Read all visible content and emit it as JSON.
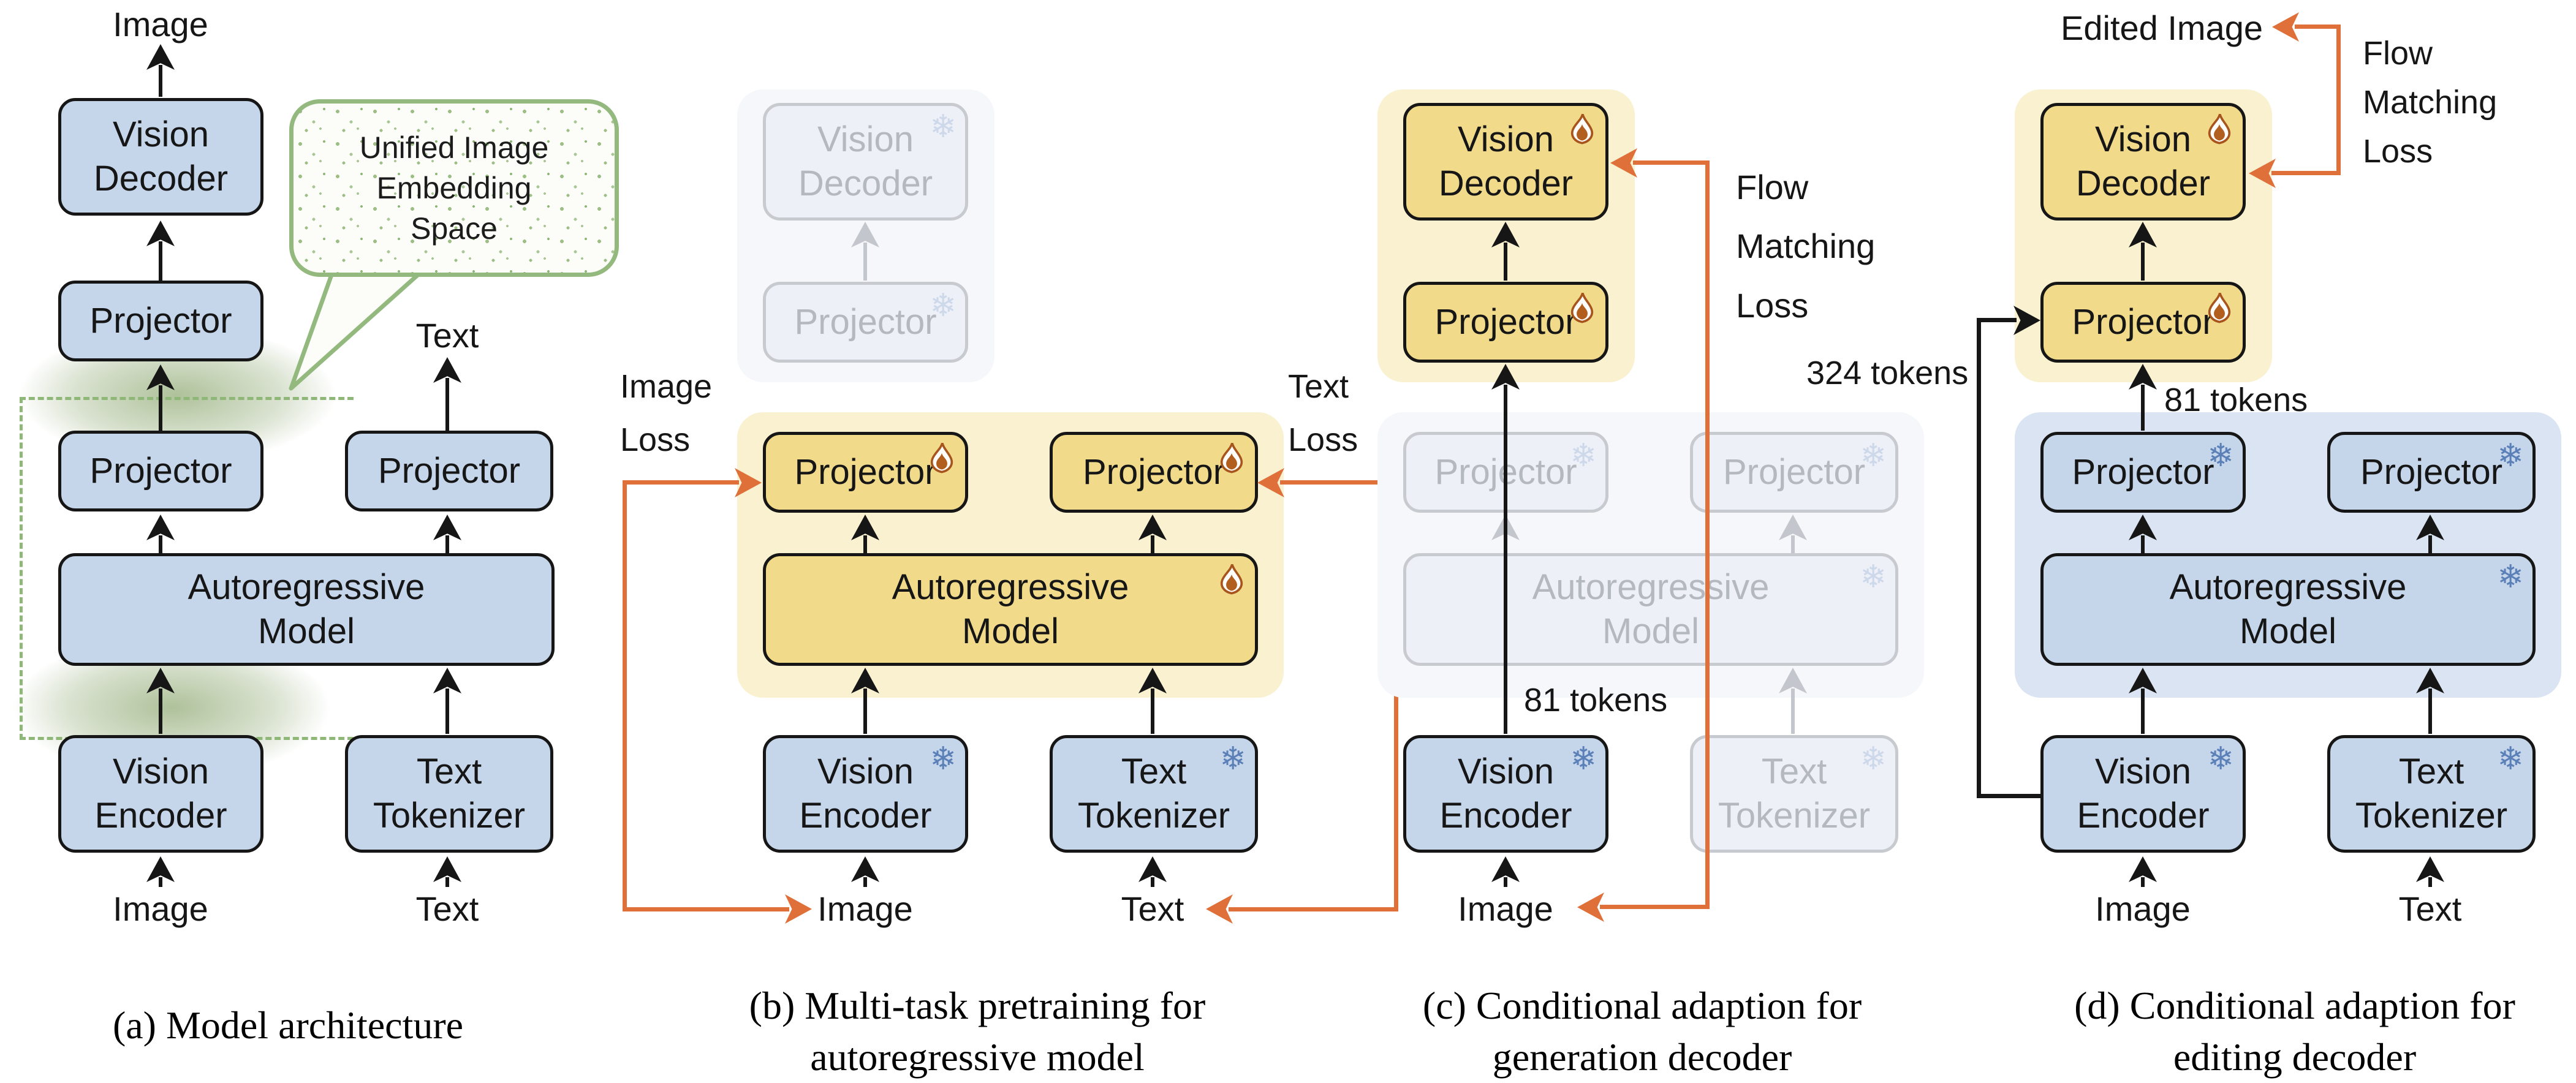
{
  "figure": {
    "boxes": {
      "vision_decoder": [
        "Vision",
        "Decoder"
      ],
      "projector": "Projector",
      "autoregressive_model": [
        "Autoregressive",
        "Model"
      ],
      "vision_encoder": [
        "Vision",
        "Encoder"
      ],
      "text_tokenizer": [
        "Text",
        "Tokenizer"
      ]
    },
    "io_labels": {
      "image": "Image",
      "text": "Text",
      "edited_image": "Edited Image"
    },
    "annotations": {
      "bubble": [
        "Unified Image",
        "Embedding",
        "Space"
      ],
      "image_loss": [
        "Image",
        "Loss"
      ],
      "text_loss": [
        "Text",
        "Loss"
      ],
      "flow_matching_loss": [
        "Flow",
        "Matching",
        "Loss"
      ],
      "tokens_81": "81 tokens",
      "tokens_324": "324 tokens"
    },
    "captions": {
      "a": [
        "(a) Model architecture"
      ],
      "b": [
        "(b) Multi-task pretraining for",
        "autoregressive model"
      ],
      "c": [
        "(c) Conditional adaption for",
        "generation decoder"
      ],
      "d": [
        "(d) Conditional adaption for",
        "editing decoder"
      ]
    },
    "icons": {
      "snowflake": "❄",
      "flame": "flame"
    },
    "colors": {
      "blue_box": "#c5d5ea",
      "yellow_box": "#f1db8b",
      "yellow_container": "#f9f1cf",
      "blue_container": "#dbe4f2",
      "faded_box": "#edf0f6",
      "faded_container": "#f5f7fb",
      "orange_loss": "#e0703a",
      "green_annotation": "#93b97e",
      "snowflake_blue": "#5b80b8",
      "flame_orange": "#b25e1e",
      "arrow_black": "#161616"
    }
  }
}
